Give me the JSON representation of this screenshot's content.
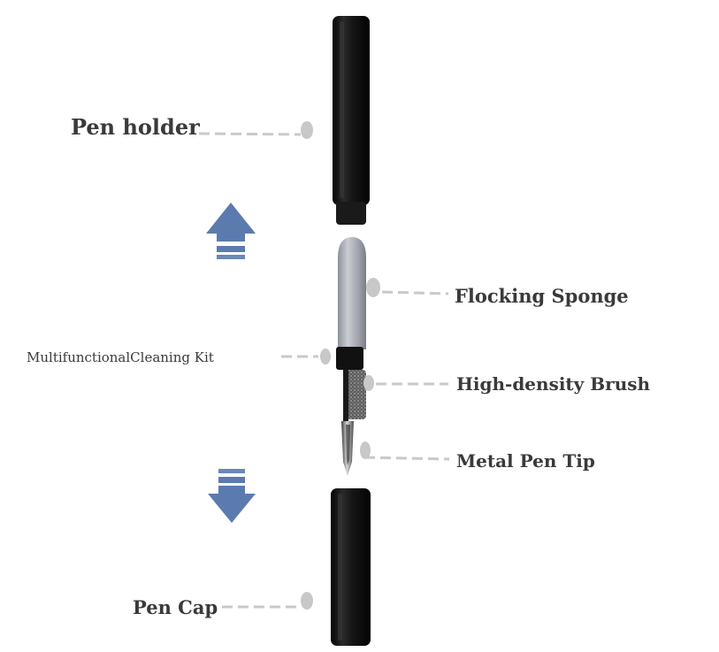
{
  "labels": {
    "pen_holder": "Pen holder",
    "flocking_sponge": "Flocking Sponge",
    "cleaning_kit": "MultifunctionalCleaning Kit",
    "brush": "High-density Brush",
    "metal_tip": "Metal Pen Tip",
    "pen_cap": "Pen Cap"
  },
  "icons": {
    "up_arrow": "arrow-up-icon",
    "down_arrow": "arrow-down-icon"
  },
  "colors": {
    "arrow": "#5b7bae",
    "barrel": "#141414",
    "sponge": "#a9acb4",
    "leader": "#c9c9c9",
    "text": "#3a3a3a"
  }
}
